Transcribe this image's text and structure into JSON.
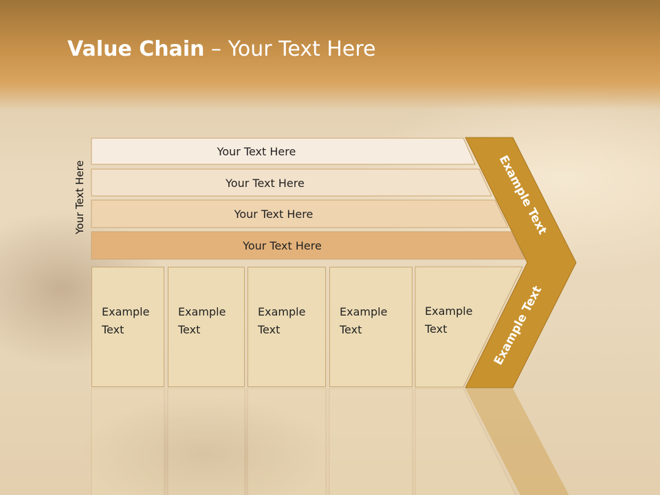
{
  "slide": {
    "title_bold": "Value Chain",
    "title_rest": " – Your Text Here",
    "side_label": "Your Text Here"
  },
  "rows": [
    {
      "label": "Your Text Here"
    },
    {
      "label": "Your Text Here"
    },
    {
      "label": "Your Text Here"
    },
    {
      "label": "Your Text Here"
    }
  ],
  "columns": [
    {
      "label": "Example Text"
    },
    {
      "label": "Example Text"
    },
    {
      "label": "Example Text"
    },
    {
      "label": "Example Text"
    },
    {
      "label": "Example Text"
    }
  ],
  "arrow": {
    "top_label": "Example Text",
    "bottom_label": "Example Text"
  },
  "colors": {
    "accent": "#c8922e",
    "row1": "#f7ece0",
    "row2": "#f3e2cb",
    "row3": "#efd4b0",
    "row4": "#e3b27a",
    "column": "#ecdbb5"
  }
}
